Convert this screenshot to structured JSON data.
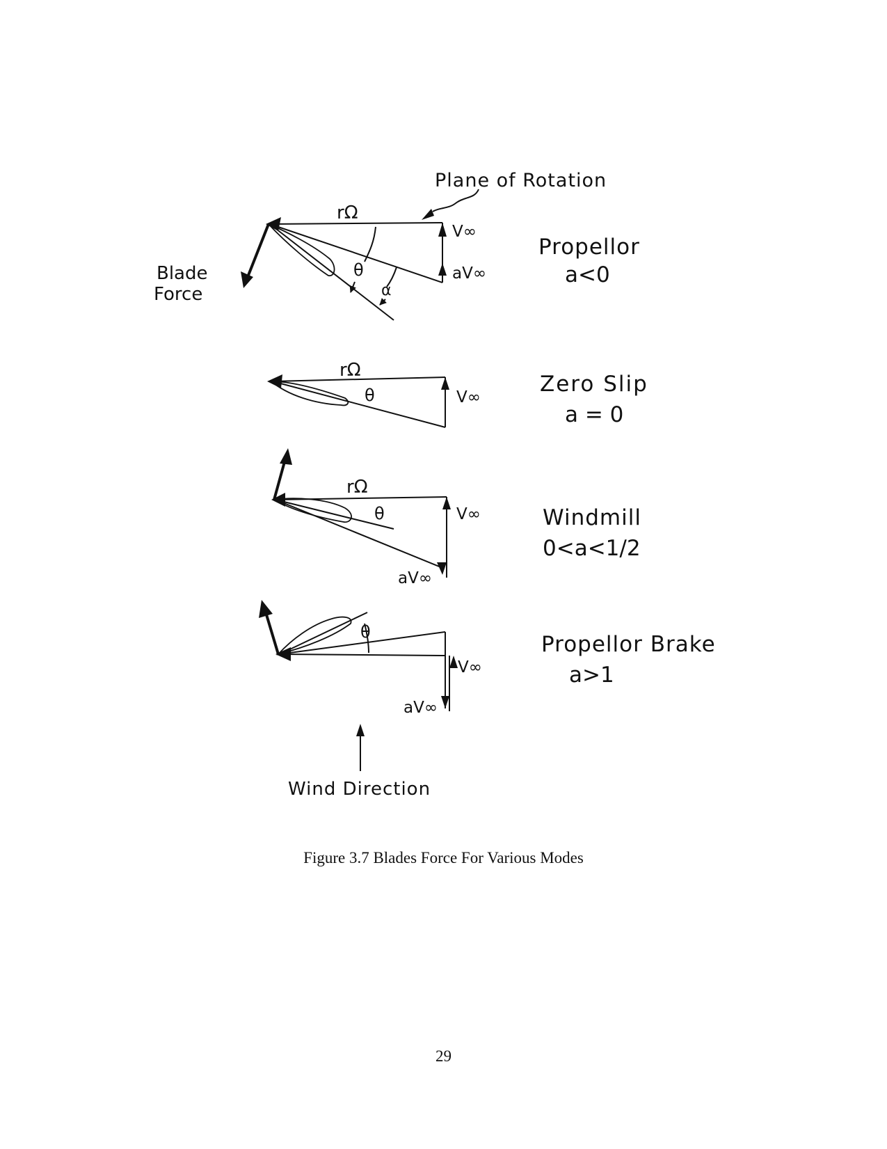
{
  "labels": {
    "plane_of_rotation": "Plane of Rotation",
    "blade_force": [
      "Blade",
      "Force"
    ],
    "wind_direction": "Wind Direction"
  },
  "symbols": {
    "r_omega": "rΩ",
    "theta": "θ",
    "alpha": "α",
    "v_inf": "V∞",
    "a_v_inf": "aV∞"
  },
  "modes": [
    {
      "name": "Propellor",
      "condition": "a<0"
    },
    {
      "name": "Zero Slip",
      "condition": "a = 0"
    },
    {
      "name": "Windmill",
      "condition": "0<a<1/2"
    },
    {
      "name": "Propellor Brake",
      "condition": "a>1"
    }
  ],
  "caption": "Figure 3.7  Blades Force For Various Modes",
  "page_number": "29"
}
